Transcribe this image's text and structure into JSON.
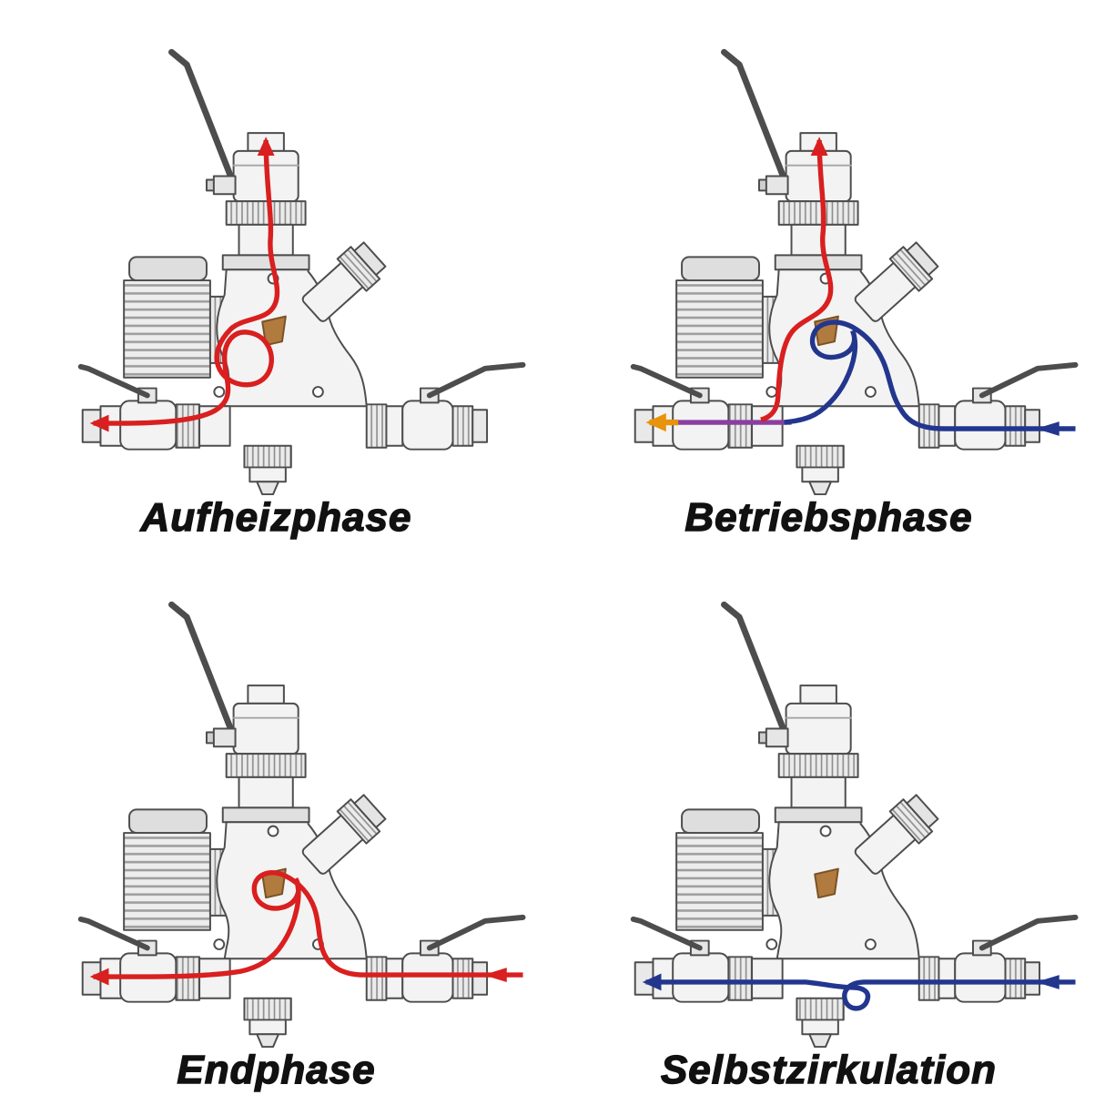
{
  "diagram": {
    "type": "technical-valve-phase-diagram",
    "panels": [
      {
        "id": "aufheizphase",
        "label": "Aufheizphase",
        "flows": [
          "hot"
        ]
      },
      {
        "id": "betriebsphase",
        "label": "Betriebsphase",
        "flows": [
          "hot",
          "cold",
          "mixed",
          "inlet"
        ]
      },
      {
        "id": "endphase",
        "label": "Endphase",
        "flows": [
          "hot"
        ]
      },
      {
        "id": "selbstzirkulation",
        "label": "Selbstzirkulation",
        "flows": [
          "cold"
        ]
      }
    ],
    "colors": {
      "hot_flow": "#d91f1f",
      "cold_flow": "#23368e",
      "mixed_flow": "#8a3fa0",
      "boiler_inlet": "#e8930c",
      "check_valve_cone": "#b17a3e",
      "line_art": "#4d4d4d"
    }
  }
}
